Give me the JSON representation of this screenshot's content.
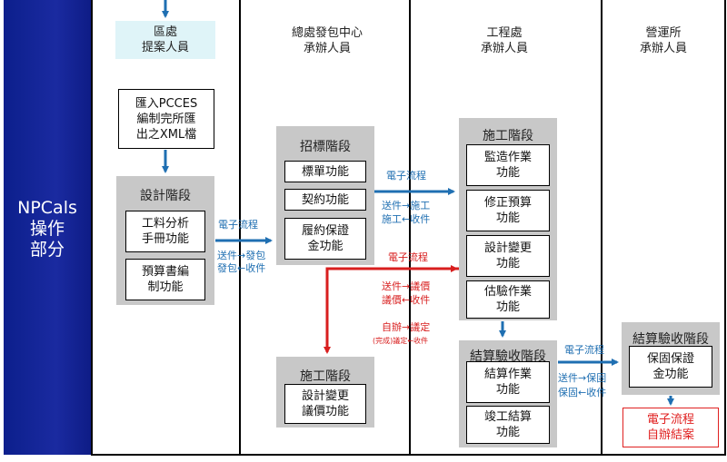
{
  "sidebar": {
    "label": "NPCals\n操作\n部分"
  },
  "lanes": [
    {
      "title": "區處\n提案人員"
    },
    {
      "title": "總處發包中心\n承辦人員"
    },
    {
      "title": "工程處\n承辦人員"
    },
    {
      "title": "營運所\n承辦人員"
    }
  ],
  "district": {
    "import_box": "匯入PCCES\n編制完所匯\n出之XML檔",
    "design_stage": {
      "title": "設計階段",
      "items": [
        "工料分析\n手冊功能",
        "預算書編\n制功能"
      ]
    }
  },
  "procurement": {
    "tender_stage": {
      "title": "招標階段",
      "items": [
        "標單功能",
        "契約功能",
        "履約保證\n金功能"
      ]
    },
    "construction_stage": {
      "title": "施工階段",
      "items": [
        "設計變更\n議價功能"
      ]
    }
  },
  "engineering": {
    "construction_stage": {
      "title": "施工階段",
      "items": [
        "監造作業\n功能",
        "修正預算\n功能",
        "設計變更\n功能",
        "估驗作業\n功能"
      ]
    },
    "settlement_stage": {
      "title": "結算驗收階段",
      "items": [
        "結算作業\n功能",
        "竣工結算\n功能"
      ]
    }
  },
  "operations": {
    "settlement_stage": {
      "title": "結算驗收階段",
      "items": [
        "保固保證\n金功能"
      ]
    },
    "result": "電子流程\n自辦結案"
  },
  "flows": {
    "f1": {
      "label": "電子流程",
      "line1": "送件→發包",
      "line2": "發包←收件"
    },
    "f2": {
      "label": "電子流程",
      "line1": "送件→施工",
      "line2": "施工←收件"
    },
    "f3": {
      "label": "電子流程",
      "line1": "送件→議價",
      "line2": "議價←收件",
      "line3": "自辦→議定",
      "line4": "(完成)議定←收件"
    },
    "f4": {
      "label": "電子流程",
      "line1": "送件→保固",
      "line2": "保固←收件"
    }
  },
  "colors": {
    "sidebar": "#0c1f8c",
    "header": "#dff4f8",
    "stage": "#c8c8c8",
    "flow_blue": "#1f6fb2",
    "flow_red": "#d81e1e"
  }
}
